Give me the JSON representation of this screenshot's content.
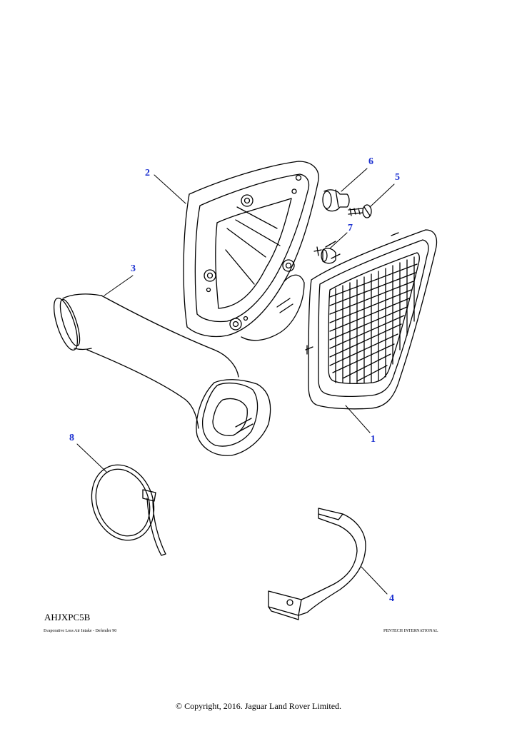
{
  "diagram": {
    "callouts": [
      {
        "id": "c1",
        "label": "1"
      },
      {
        "id": "c2",
        "label": "2"
      },
      {
        "id": "c3",
        "label": "3"
      },
      {
        "id": "c4",
        "label": "4"
      },
      {
        "id": "c5",
        "label": "5"
      },
      {
        "id": "c6",
        "label": "6"
      },
      {
        "id": "c7",
        "label": "7"
      },
      {
        "id": "c8",
        "label": "8"
      }
    ],
    "reference_code": "AHJXPC5B",
    "caption_left": "Evaporative Loss Air Intake - Defender 90",
    "caption_right": "PENTECH INTERNATIONAL",
    "copyright": "© Copyright, 2016. Jaguar Land Rover Limited.",
    "colors": {
      "callout": "#1a2fd0",
      "line": "#000000"
    }
  }
}
